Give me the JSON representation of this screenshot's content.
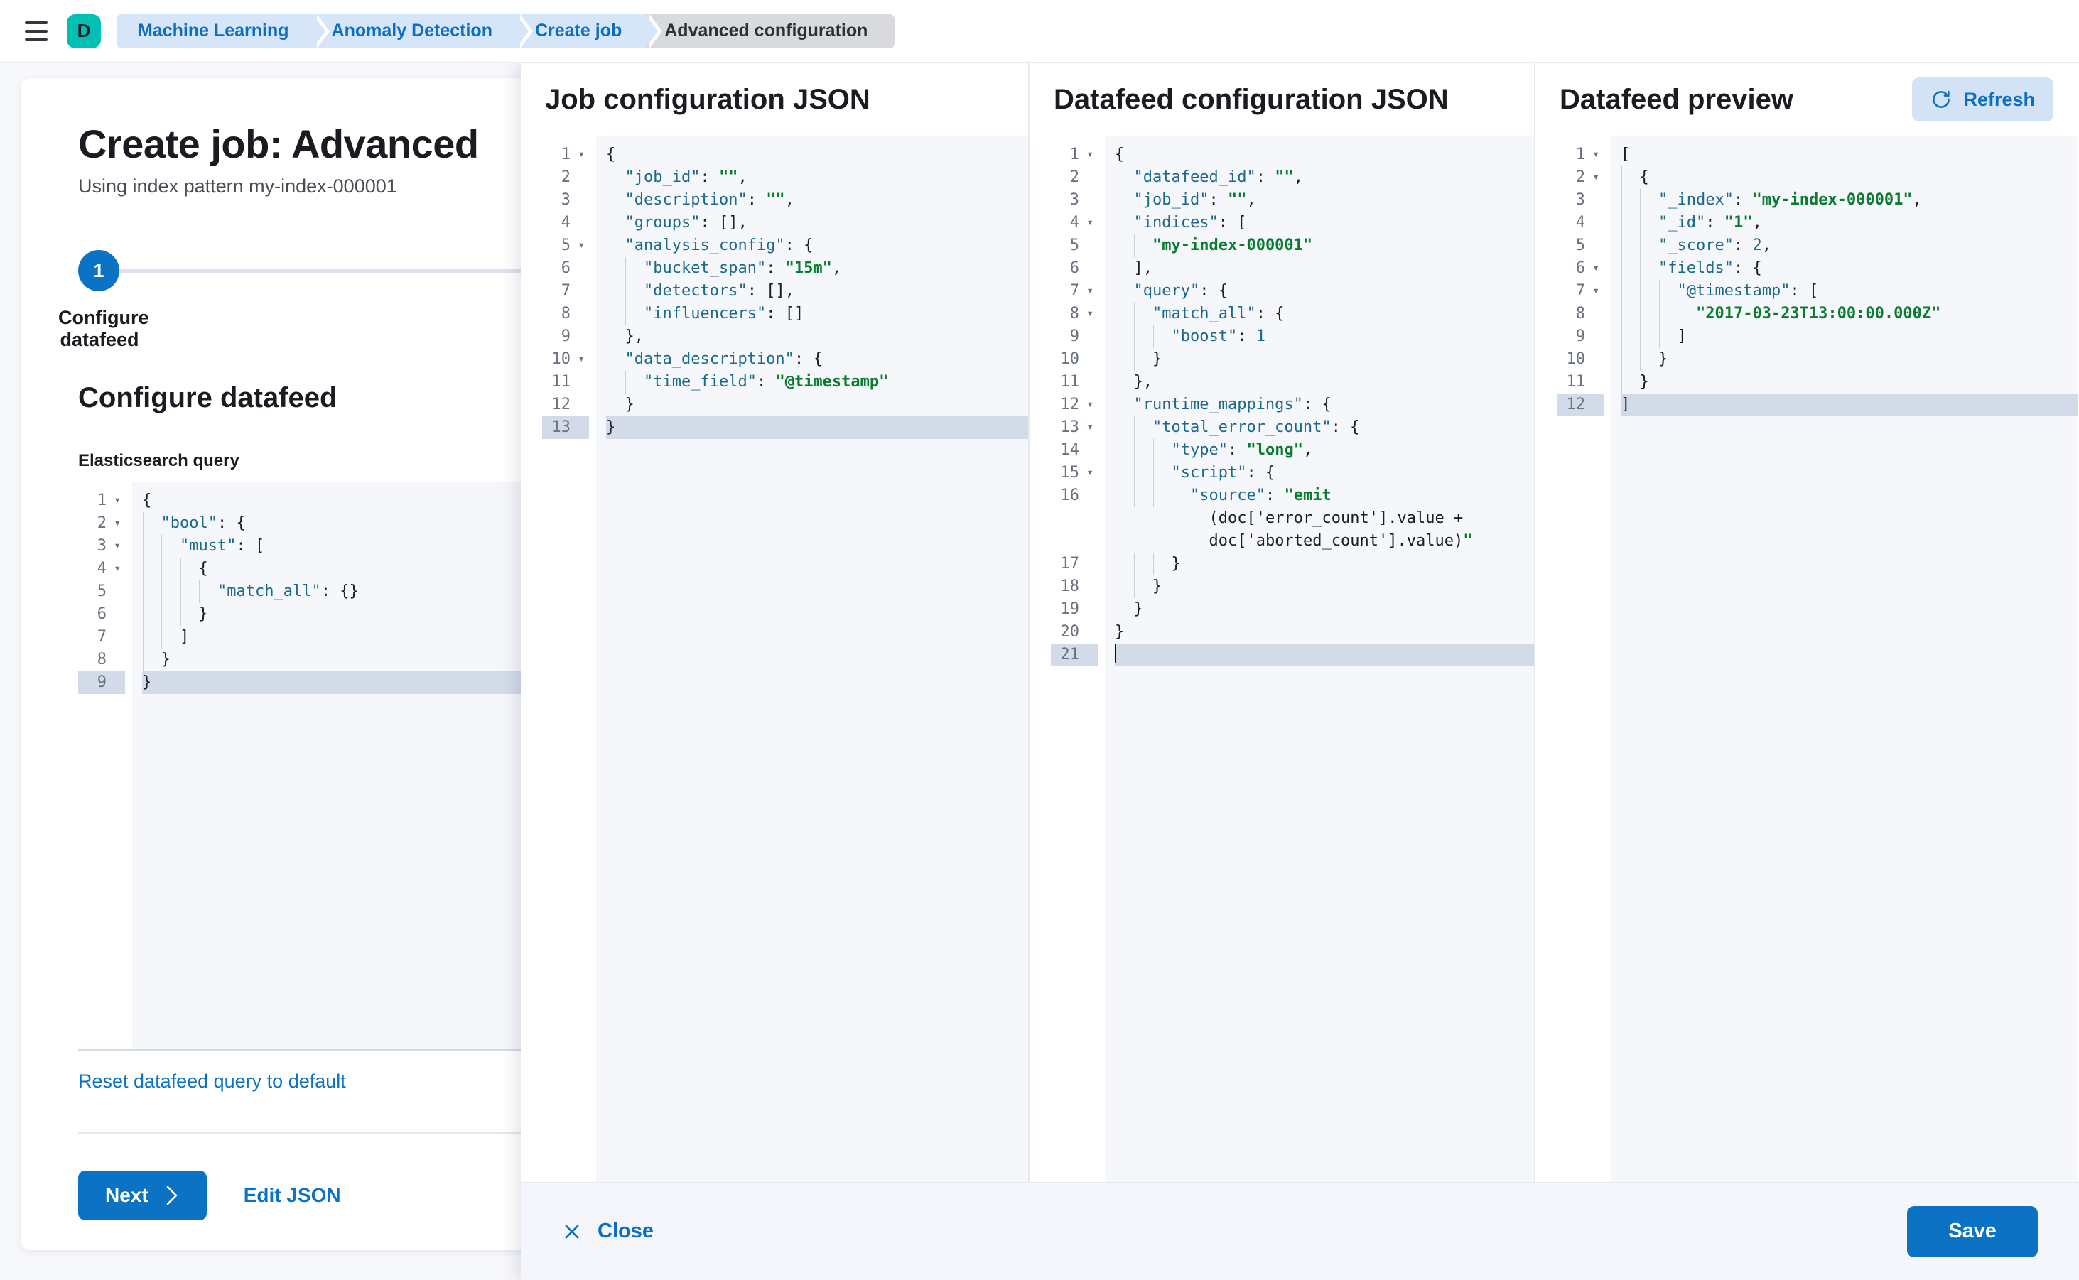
{
  "topbar": {
    "menu_icon": "hamburger-menu-icon",
    "space_avatar_letter": "D",
    "breadcrumbs": [
      {
        "label": "Machine Learning",
        "active": false
      },
      {
        "label": "Anomaly Detection",
        "active": false
      },
      {
        "label": "Create job",
        "active": false
      },
      {
        "label": "Advanced configuration",
        "active": true
      }
    ]
  },
  "left_panel": {
    "title": "Create job: Advanced",
    "subtitle": "Using index pattern my-index-000001",
    "step_number": "1",
    "step_label": "Configure datafeed",
    "section_title": "Configure datafeed",
    "field_label": "Elasticsearch query",
    "reset_link": "Reset datafeed query to default",
    "next_button": "Next",
    "next_icon": "chevron-right-icon",
    "edit_json_button": "Edit JSON",
    "query_editor": {
      "lines": [
        {
          "n": "1",
          "fold": true,
          "text": "{"
        },
        {
          "n": "2",
          "fold": true,
          "text": "  \"bool\": {"
        },
        {
          "n": "3",
          "fold": true,
          "text": "    \"must\": ["
        },
        {
          "n": "4",
          "fold": true,
          "text": "      {"
        },
        {
          "n": "5",
          "fold": false,
          "text": "        \"match_all\": {}"
        },
        {
          "n": "6",
          "fold": false,
          "text": "      }"
        },
        {
          "n": "7",
          "fold": false,
          "text": "    ]"
        },
        {
          "n": "8",
          "fold": false,
          "text": "  }"
        },
        {
          "n": "9",
          "fold": false,
          "text": "}",
          "active": true
        }
      ]
    }
  },
  "flyout": {
    "columns": [
      {
        "name": "job-configuration-json",
        "title": "Job configuration JSON",
        "lines": [
          {
            "n": "1",
            "fold": true,
            "text": "{"
          },
          {
            "n": "2",
            "fold": false,
            "text": "  \"job_id\": \"\","
          },
          {
            "n": "3",
            "fold": false,
            "text": "  \"description\": \"\","
          },
          {
            "n": "4",
            "fold": false,
            "text": "  \"groups\": [],"
          },
          {
            "n": "5",
            "fold": true,
            "text": "  \"analysis_config\": {"
          },
          {
            "n": "6",
            "fold": false,
            "text": "    \"bucket_span\": \"15m\","
          },
          {
            "n": "7",
            "fold": false,
            "text": "    \"detectors\": [],"
          },
          {
            "n": "8",
            "fold": false,
            "text": "    \"influencers\": []"
          },
          {
            "n": "9",
            "fold": false,
            "text": "  },"
          },
          {
            "n": "10",
            "fold": true,
            "text": "  \"data_description\": {"
          },
          {
            "n": "11",
            "fold": false,
            "text": "    \"time_field\": \"@timestamp\""
          },
          {
            "n": "12",
            "fold": false,
            "text": "  }"
          },
          {
            "n": "13",
            "fold": false,
            "text": "}",
            "active": true
          }
        ]
      },
      {
        "name": "datafeed-configuration-json",
        "title": "Datafeed configuration JSON",
        "lines": [
          {
            "n": "1",
            "fold": true,
            "text": "{"
          },
          {
            "n": "2",
            "fold": false,
            "text": "  \"datafeed_id\": \"\","
          },
          {
            "n": "3",
            "fold": false,
            "text": "  \"job_id\": \"\","
          },
          {
            "n": "4",
            "fold": true,
            "text": "  \"indices\": ["
          },
          {
            "n": "5",
            "fold": false,
            "text": "    \"my-index-000001\""
          },
          {
            "n": "6",
            "fold": false,
            "text": "  ],"
          },
          {
            "n": "7",
            "fold": true,
            "text": "  \"query\": {"
          },
          {
            "n": "8",
            "fold": true,
            "text": "    \"match_all\": {"
          },
          {
            "n": "9",
            "fold": false,
            "text": "      \"boost\": 1"
          },
          {
            "n": "10",
            "fold": false,
            "text": "    }"
          },
          {
            "n": "11",
            "fold": false,
            "text": "  },"
          },
          {
            "n": "12",
            "fold": true,
            "text": "  \"runtime_mappings\": {"
          },
          {
            "n": "13",
            "fold": true,
            "text": "    \"total_error_count\": {"
          },
          {
            "n": "14",
            "fold": false,
            "text": "      \"type\": \"long\","
          },
          {
            "n": "15",
            "fold": true,
            "text": "      \"script\": {"
          },
          {
            "n": "16",
            "fold": false,
            "text": "        \"source\": \"emit\n          (doc['error_count'].value +\n          doc['aborted_count'].value)\"",
            "wrapped": 3
          },
          {
            "n": "17",
            "fold": false,
            "text": "      }"
          },
          {
            "n": "18",
            "fold": false,
            "text": "    }"
          },
          {
            "n": "19",
            "fold": false,
            "text": "  }"
          },
          {
            "n": "20",
            "fold": false,
            "text": "}"
          },
          {
            "n": "21",
            "fold": false,
            "text": "",
            "active": true,
            "caret": true
          }
        ]
      },
      {
        "name": "datafeed-preview",
        "title": "Datafeed preview",
        "refresh_button": "Refresh",
        "refresh_icon": "refresh-icon",
        "lines": [
          {
            "n": "1",
            "fold": true,
            "text": "["
          },
          {
            "n": "2",
            "fold": true,
            "text": "  {"
          },
          {
            "n": "3",
            "fold": false,
            "text": "    \"_index\": \"my-index-000001\","
          },
          {
            "n": "4",
            "fold": false,
            "text": "    \"_id\": \"1\","
          },
          {
            "n": "5",
            "fold": false,
            "text": "    \"_score\": 2,"
          },
          {
            "n": "6",
            "fold": true,
            "text": "    \"fields\": {"
          },
          {
            "n": "7",
            "fold": true,
            "text": "      \"@timestamp\": ["
          },
          {
            "n": "8",
            "fold": false,
            "text": "        \"2017-03-23T13:00:00.000Z\""
          },
          {
            "n": "9",
            "fold": false,
            "text": "      ]"
          },
          {
            "n": "10",
            "fold": false,
            "text": "    }"
          },
          {
            "n": "11",
            "fold": false,
            "text": "  }"
          },
          {
            "n": "12",
            "fold": false,
            "text": "]",
            "active": true
          }
        ]
      }
    ],
    "footer": {
      "close_label": "Close",
      "close_icon": "close-x-icon",
      "save_label": "Save"
    }
  },
  "colors": {
    "accent_blue": "#0b72c4",
    "space_teal": "#00bfb3",
    "crumb_blue_bg": "#d6e5f7",
    "crumb_active_bg": "#d9dadd",
    "string_green": "#0a7c2f",
    "key_teal": "#1b6a8a",
    "editor_bg": "#f6f7fb",
    "active_line": "#d3dae8"
  }
}
